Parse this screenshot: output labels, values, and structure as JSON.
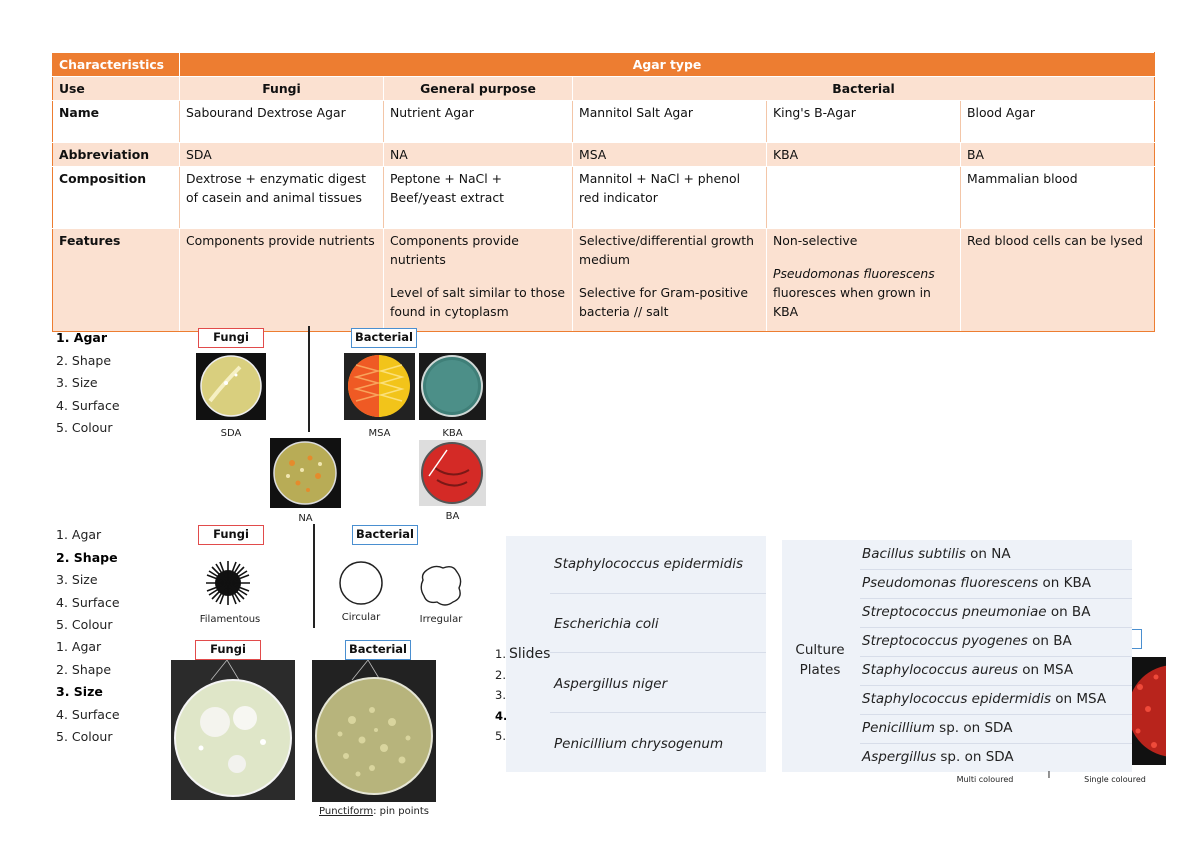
{
  "table": {
    "header": {
      "characteristics": "Characteristics",
      "agar_type": "Agar type"
    },
    "use_row": {
      "label": "Use",
      "fungi": "Fungi",
      "general": "General purpose",
      "bacterial": "Bacterial"
    },
    "name_row": {
      "label": "Name",
      "values": [
        "Sabourand Dextrose Agar",
        "Nutrient Agar",
        "Mannitol Salt Agar",
        "King's B-Agar",
        "Blood Agar"
      ]
    },
    "abbr_row": {
      "label": "Abbreviation",
      "values": [
        "SDA",
        "NA",
        "MSA",
        "KBA",
        "BA"
      ]
    },
    "comp_row": {
      "label": "Composition",
      "values": [
        "Dextrose + enzymatic digest of casein and animal tissues",
        "Peptone + NaCl + Beef/yeast extract",
        "Mannitol + NaCl + phenol red indicator",
        "",
        "Mammalian blood"
      ]
    },
    "feat_row": {
      "label": "Features",
      "sda": "Components provide nutrients",
      "na_1": "Components provide nutrients",
      "na_2": "Level of salt similar to those found in cytoplasm",
      "msa_1": "Selective/differential growth medium",
      "msa_2": "Selective for Gram-positive bacteria // salt",
      "kba_1": "Non-selective",
      "kba_2_italic": "Pseudomonas fluorescens",
      "kba_2_rest": " fluoresces when grown in KBA",
      "ba": "Red blood cells can be lysed"
    }
  },
  "criteria": [
    "1. Agar",
    "2. Shape",
    "3. Size",
    "4. Surface",
    "5. Colour"
  ],
  "section1": {
    "fungi_tag": "Fungi",
    "bacterial_tag": "Bacterial",
    "caps": [
      "SDA",
      "MSA",
      "KBA",
      "NA",
      "BA"
    ]
  },
  "section2": {
    "fungi_tag": "Fungi",
    "bacterial_tag": "Bacterial",
    "caps": [
      "Filamentous",
      "Circular",
      "Irregular"
    ]
  },
  "section3": {
    "fungi_tag": "Fungi",
    "bacterial_tag": "Bacterial",
    "caption_u": "Punctiform",
    "caption_rest": ": pin points"
  },
  "hidden_list": [
    "1.",
    "2.",
    "3.",
    "4.",
    "5."
  ],
  "slides": {
    "label": "Slides",
    "items": [
      "Staphylococcus epidermidis",
      "Escherichia coli",
      "Aspergillus niger",
      "Penicillium chrysogenum"
    ]
  },
  "culture": {
    "label_1": "Culture",
    "label_2": "Plates",
    "items": [
      {
        "org": "Bacillus subtilis",
        "on": " on NA"
      },
      {
        "org": "Pseudomonas fluorescens",
        "on": " on KBA"
      },
      {
        "org": "Streptococcus pneumoniae",
        "on": " on BA"
      },
      {
        "org": "Streptococcus pyogenes",
        "on": " on BA"
      },
      {
        "org": "Staphylococcus aureus",
        "on": " on MSA"
      },
      {
        "org": "Staphylococcus epidermidis",
        "on": " on MSA"
      },
      {
        "org": "Penicillium",
        "on": " sp. on SDA"
      },
      {
        "org": "Aspergillus",
        "on": " sp. on SDA"
      }
    ]
  },
  "colour_caps": {
    "multi": "Multi coloured",
    "sep": "I",
    "single": "Single coloured"
  }
}
